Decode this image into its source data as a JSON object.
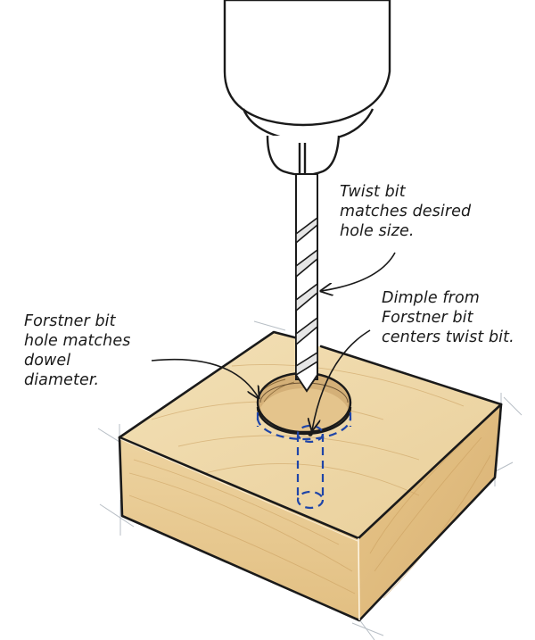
{
  "diagram": {
    "subject": "Drilling a centered pilot hole with a twist bit inside a Forstner-bit hole in a wood block",
    "colors": {
      "ink": "#1a1a1a",
      "wood_top": "#eed6a6",
      "wood_front": "#e8c88c",
      "wood_side": "#ddb779",
      "hidden_line_blue": "#1f45a8",
      "background": "#ffffff"
    },
    "parts": [
      "drill-chuck",
      "twist-bit",
      "wood-block",
      "forstner-hole",
      "dowel-hidden-outline"
    ]
  },
  "callouts": {
    "twist_bit": {
      "lines": [
        "Twist bit",
        "matches desired",
        "hole size."
      ]
    },
    "dimple": {
      "lines": [
        "Dimple from",
        "Forstner bit",
        "centers twist bit."
      ]
    },
    "forstner_hole": {
      "lines": [
        "Forstner bit",
        "hole matches",
        "dowel",
        "diameter."
      ]
    }
  }
}
